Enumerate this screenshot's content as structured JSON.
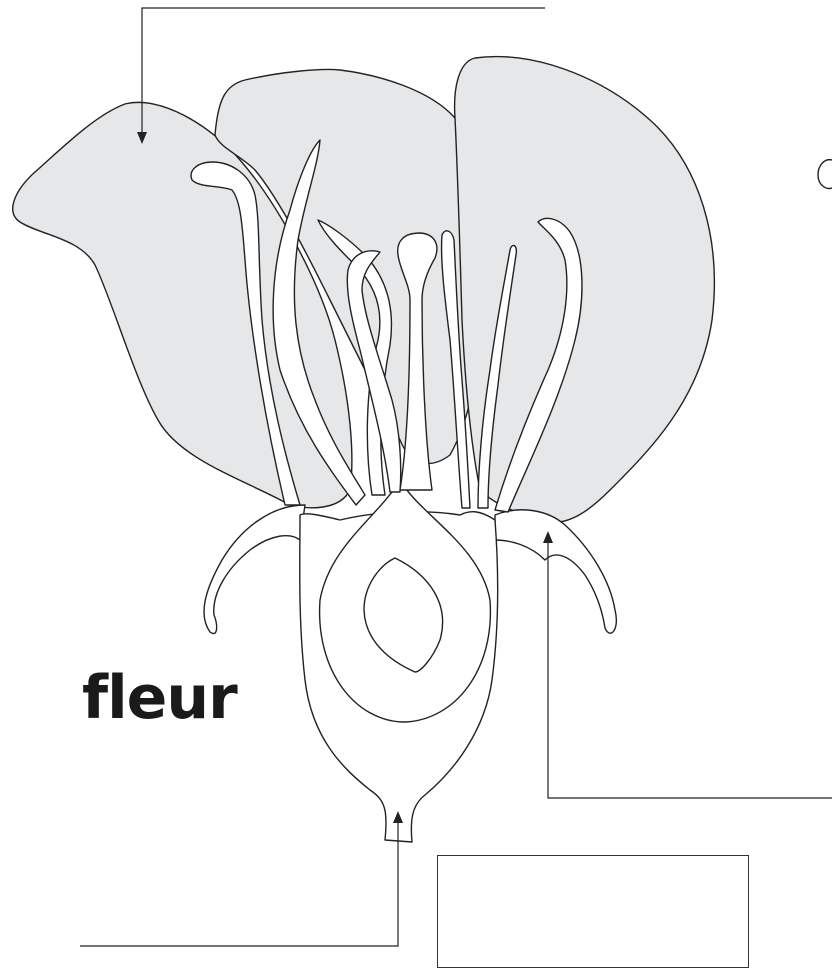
{
  "title": "fleur",
  "colors": {
    "petal_fill": "#e6e7e8",
    "outline": "#222222",
    "background": "#ffffff"
  },
  "label_slots": [
    {
      "target": "petal",
      "answer": ""
    },
    {
      "target": "sepal",
      "answer": ""
    },
    {
      "target": "receptacle",
      "answer": ""
    }
  ],
  "answer_box": {
    "text": ""
  }
}
